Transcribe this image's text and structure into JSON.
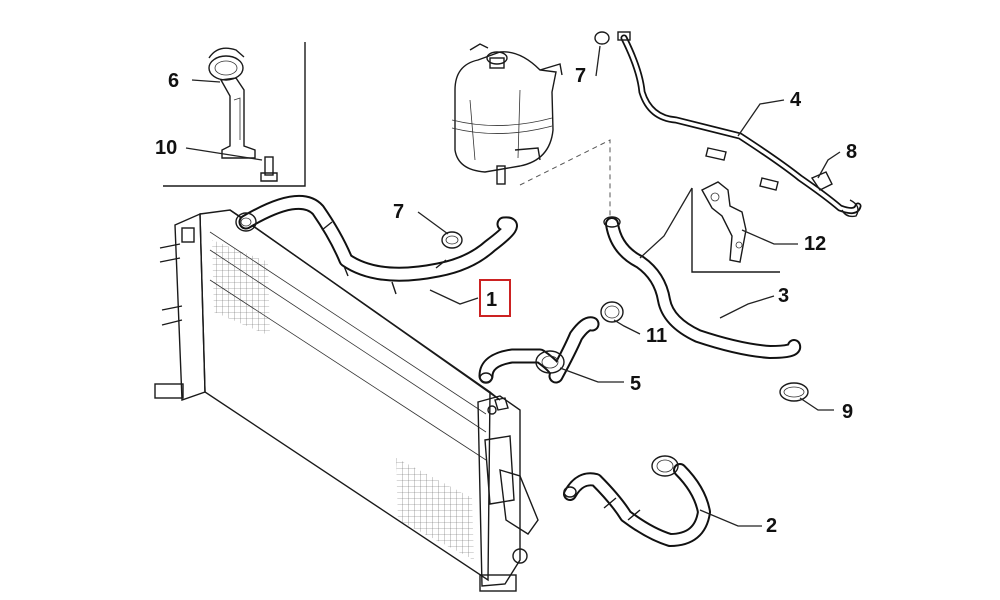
{
  "callouts": [
    {
      "key": "p1",
      "label": "1"
    },
    {
      "key": "p2",
      "label": "2"
    },
    {
      "key": "p3",
      "label": "3"
    },
    {
      "key": "p4",
      "label": "4"
    },
    {
      "key": "p5",
      "label": "5"
    },
    {
      "key": "p6",
      "label": "6"
    },
    {
      "key": "p7a",
      "label": "7"
    },
    {
      "key": "p7b",
      "label": "7"
    },
    {
      "key": "p8",
      "label": "8"
    },
    {
      "key": "p9",
      "label": "9"
    },
    {
      "key": "p10",
      "label": "10"
    },
    {
      "key": "p11",
      "label": "11"
    },
    {
      "key": "p12",
      "label": "12"
    }
  ],
  "highlighted_callout": "1",
  "colors": {
    "highlight_box": "#cc2222",
    "line_art": "#111111",
    "background": "#ffffff"
  }
}
